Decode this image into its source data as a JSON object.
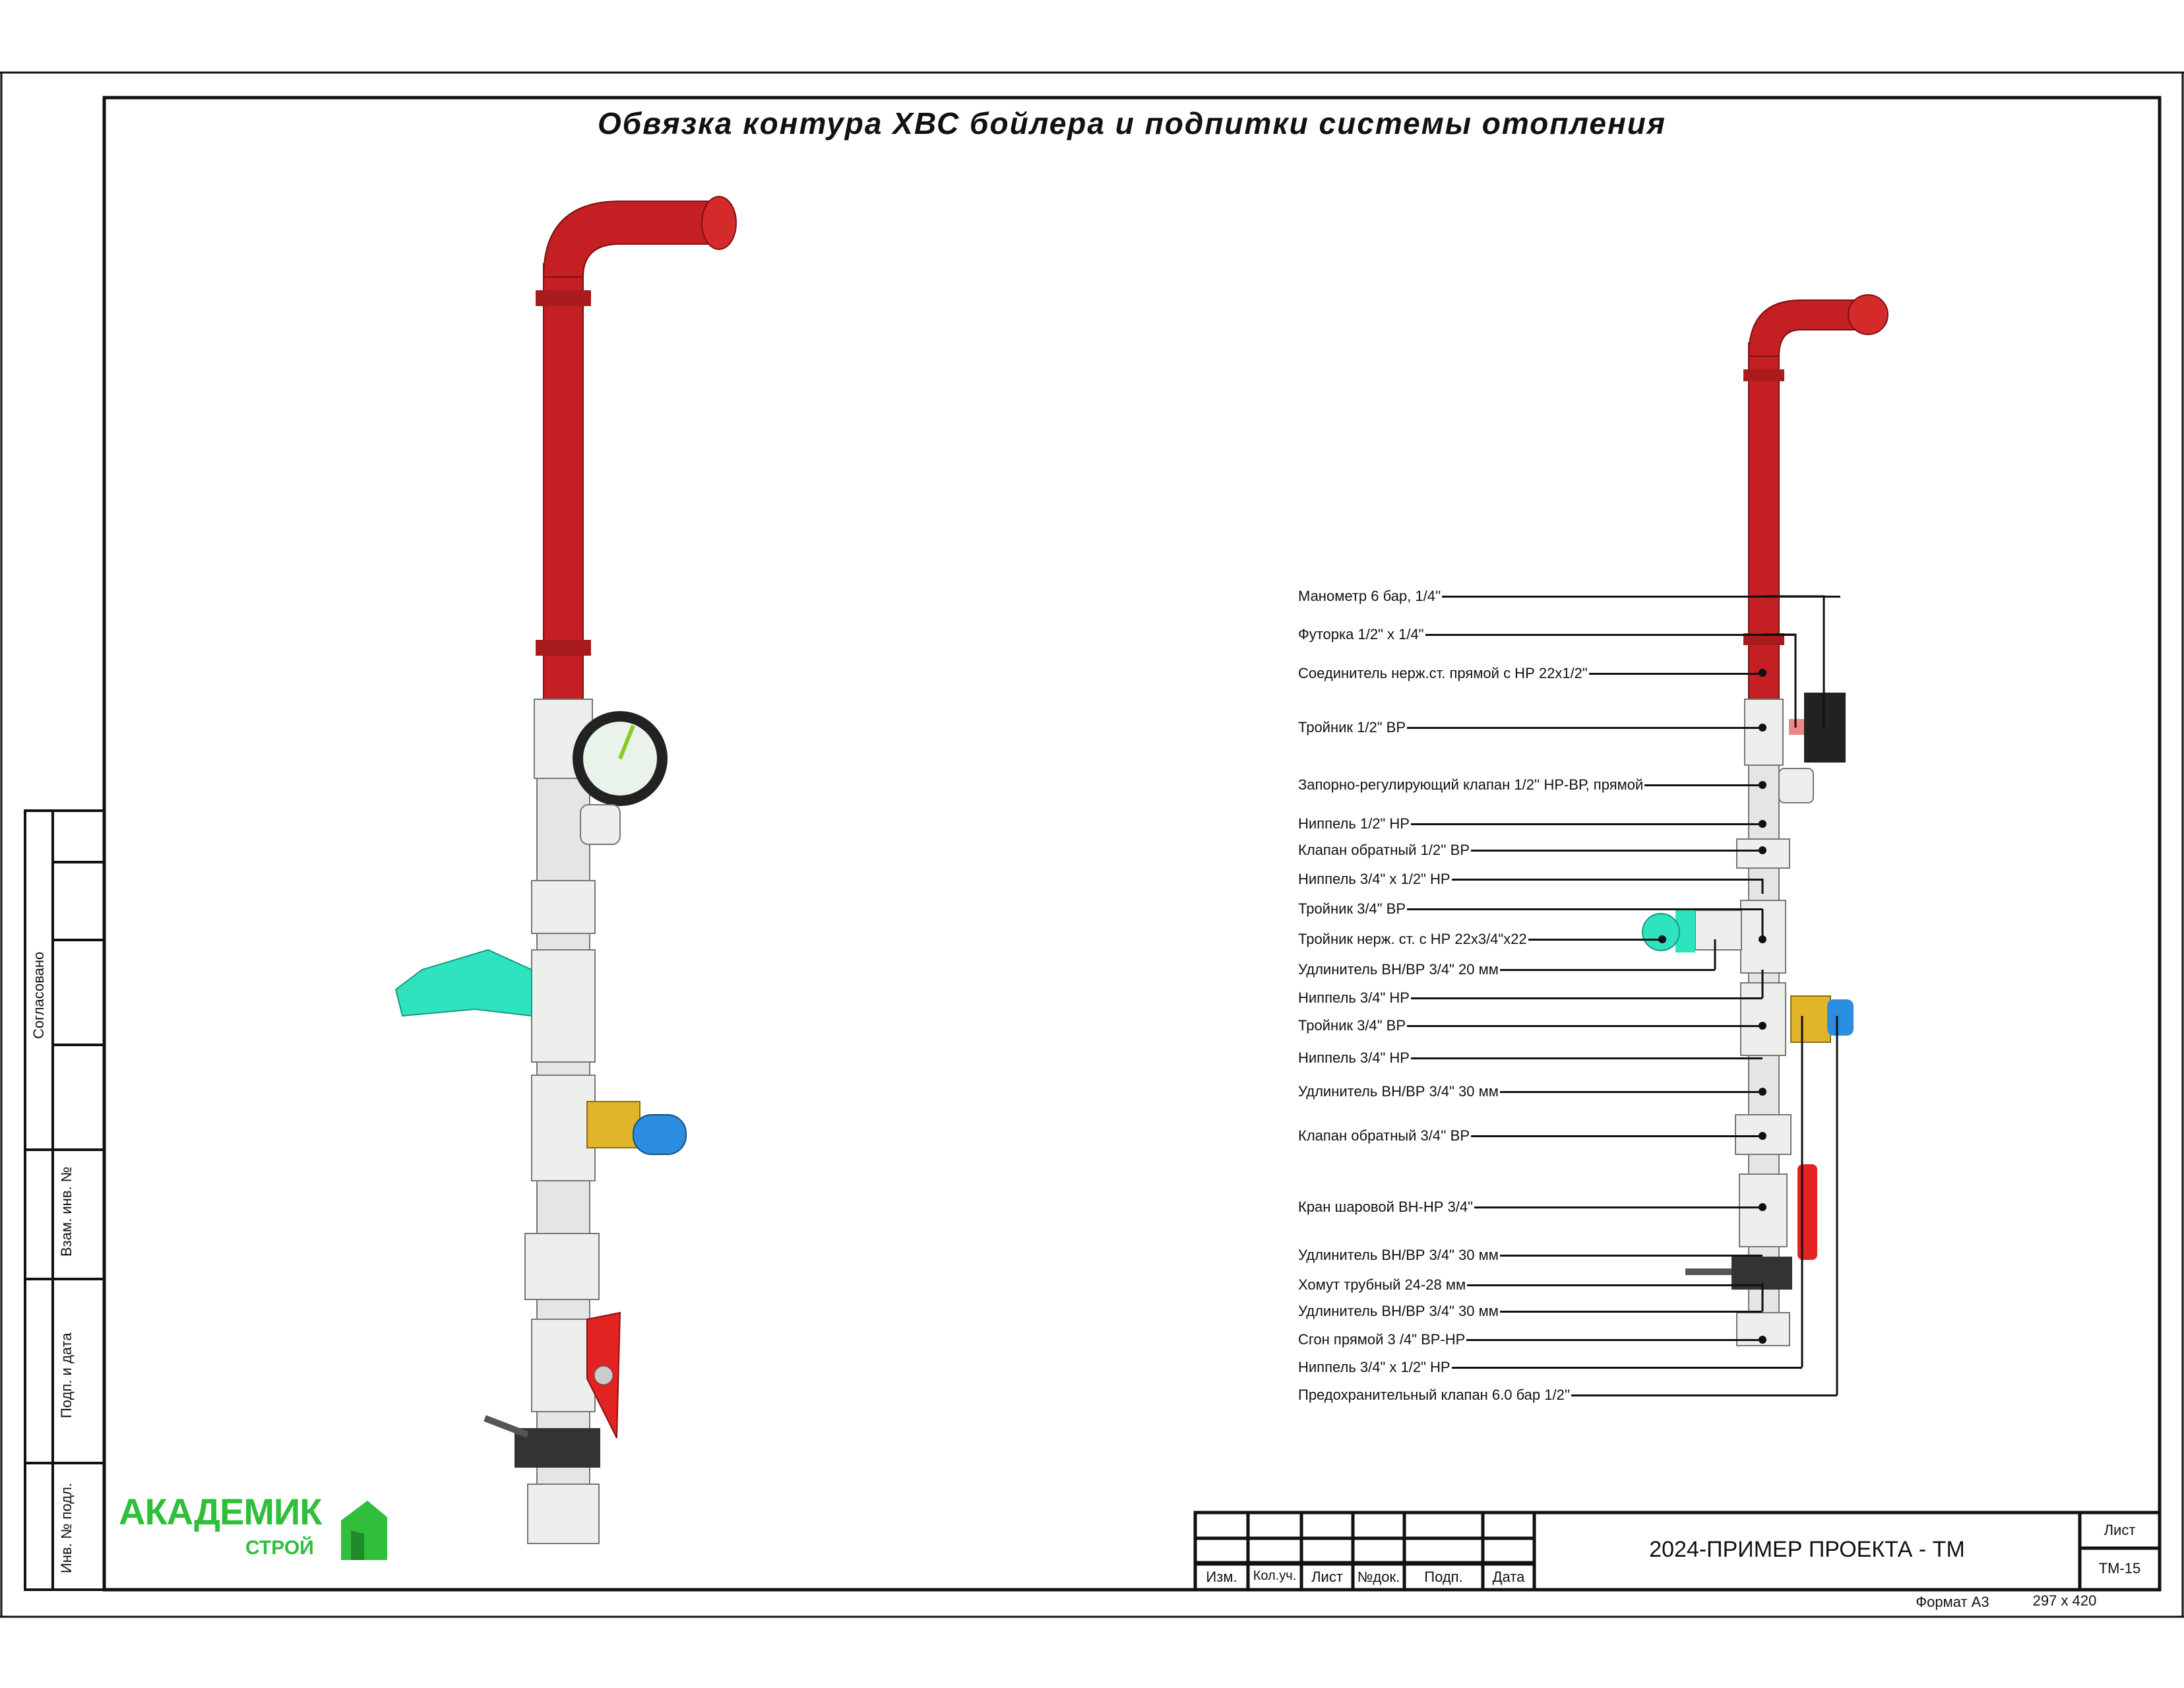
{
  "title": "Обвязка контура ХВС бойлера и подпитки системы отопления",
  "labels": [
    "Манометр 6 бар, 1/4''",
    "Футорка 1/2\" x 1/4\"",
    "Соединитель нерж.ст. прямой с НР 22x1/2\"",
    "Тройник 1/2\" ВР",
    "Запорно-регулирующий клапан 1/2'' НР-ВР, прямой",
    "Ниппель 1/2\" НР",
    "Клапан обратный 1/2'' ВР",
    "Ниппель 3/4\" x 1/2\" НР",
    "Тройник 3/4\" ВР",
    "Тройник нерж. ст. с НР 22x3/4\"x22",
    "Удлинитель ВН/ВР 3/4\" 20 мм",
    "Ниппель 3/4\" НР",
    "Тройник 3/4\" ВР",
    "Ниппель 3/4\" НР",
    "Удлинитель ВН/ВР 3/4\" 30 мм",
    "Клапан обратный 3/4'' ВР",
    "Кран шаровой ВН-НР 3/4\"",
    "Удлинитель ВН/ВР 3/4\" 30 мм",
    "Хомут трубный 24-28 мм",
    "Удлинитель ВН/ВР 3/4\" 30 мм",
    "Сгон прямой 3 /4\" ВР-НР",
    "Ниппель 3/4\" x 1/2\" НР",
    "Предохранительный клапан 6.0 бар 1/2''"
  ],
  "side_stamp": {
    "agreed": "Согласовано",
    "replace_inv": "Взам. инв. №",
    "sign_date": "Подп. и дата",
    "inv_orig": "Инв. № подл."
  },
  "title_block": {
    "headers": [
      "Изм.",
      "Кол.уч.",
      "Лист",
      "№док.",
      "Подп.",
      "Дата"
    ],
    "project": "2024-ПРИМЕР ПРОЕКТА - ТМ",
    "sheet_label": "Лист",
    "sheet_value": "ТМ-15",
    "format": "Формат А3",
    "size": "297 x 420"
  },
  "logo": {
    "line1": "АКАДЕМИК",
    "line2": "СТРОЙ"
  },
  "colors": {
    "pipe_red": "#c41f22",
    "steel": "#e3e6e4",
    "cyan": "#2fe3bf",
    "brass": "#e0b52a",
    "blue": "#2a8de0",
    "logo_green": "#2fbf3a"
  }
}
